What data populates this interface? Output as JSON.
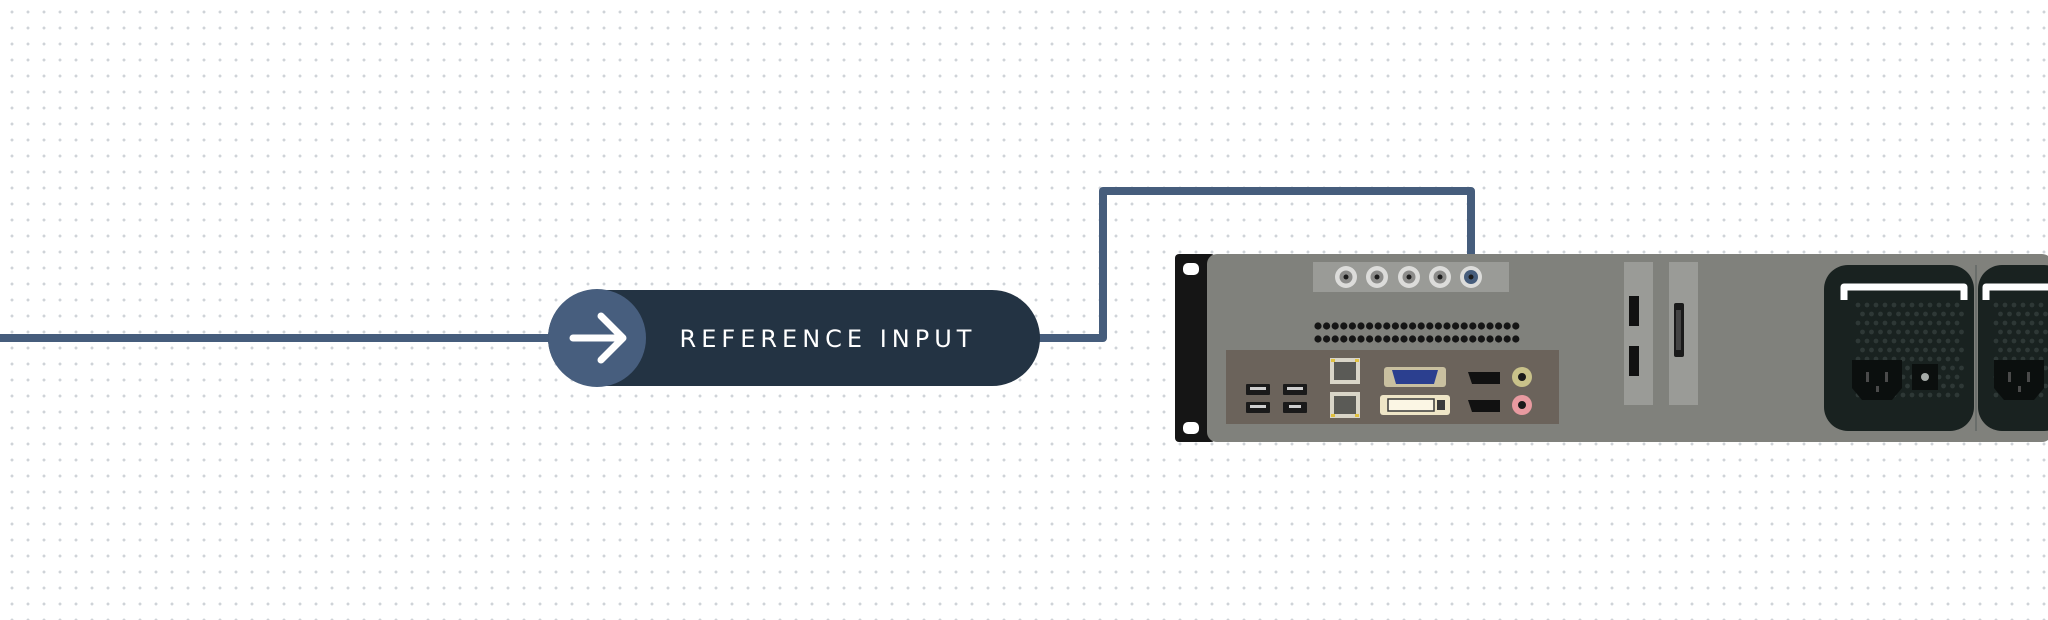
{
  "reference_input": {
    "label": "REFERENCE INPUT",
    "icon": "arrow-right-icon"
  },
  "colors": {
    "cable": "#465d7c",
    "pill_dark": "#233343",
    "pill_circle": "#475e7e",
    "chassis": "#80817c",
    "ear": "#151515",
    "io_panel": "#6b635b",
    "psu": "#192220"
  },
  "device": {
    "name": "rack-server-rear-panel",
    "bnc_connectors": 5,
    "connected_bnc_index": 5
  }
}
